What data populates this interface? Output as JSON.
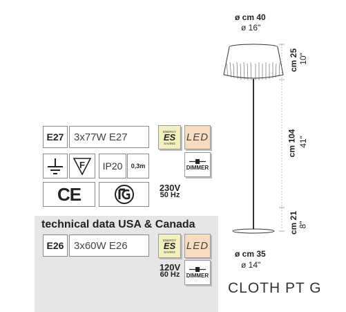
{
  "spec": {
    "socket": "E27",
    "bulb": "3x77W E27",
    "ip_rating": "IP20",
    "clearance": "0,3m",
    "voltage": "230V",
    "frequency": "50 Hz",
    "dimmer_label": "DIMMER",
    "es_small_top": "ENERGY",
    "es_mark": "ES",
    "es_small_bottom": "SAVING",
    "led_label": "LED",
    "ce_mark": "CE"
  },
  "usa": {
    "title": "technical data USA & Canada",
    "socket": "E26",
    "bulb": "3x60W E26",
    "voltage": "120V",
    "frequency": "60 Hz",
    "dimmer_label": "DIMMER",
    "es_small_top": "ENERGY",
    "es_mark": "ES",
    "es_small_bottom": "SAVING",
    "led_label": "LED"
  },
  "dimensions": {
    "top_cm": "ø cm 40",
    "top_in": "ø 16\"",
    "shade_cm": "cm 25",
    "shade_in": "10\"",
    "stem_cm": "cm 104",
    "stem_in": "41\"",
    "base_h_cm": "cm 21",
    "base_h_in": "8\"",
    "base_cm": "ø cm 35",
    "base_in": "ø 14\""
  },
  "model": "CLOTH PT G"
}
